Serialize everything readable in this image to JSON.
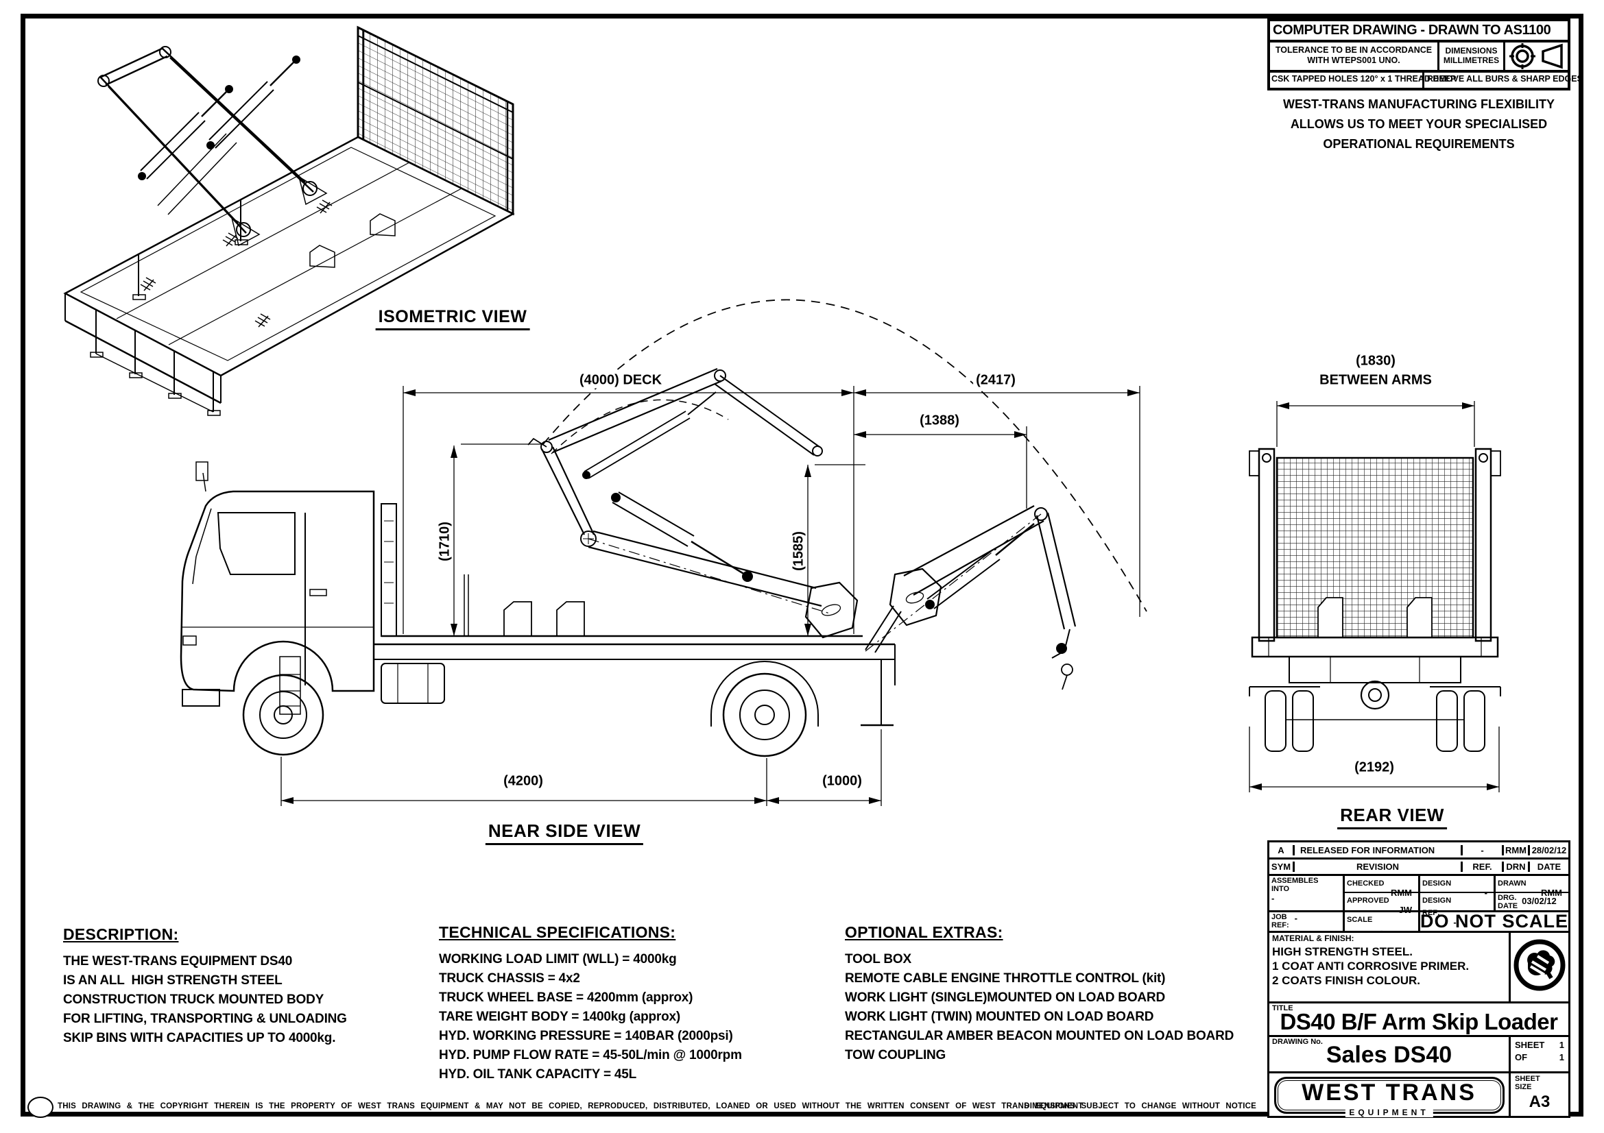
{
  "header": {
    "standard_note": "COMPUTER DRAWING - DRAWN TO AS1100",
    "tolerance_line1": "TOLERANCE TO BE IN ACCORDANCE",
    "tolerance_line2": "WITH WTEPS001 UNO.",
    "dimensions_label": "DIMENSIONS",
    "dimensions_unit": "MILLIMETRES",
    "csk_note": "CSK TAPPED HOLES 120° x 1 THREAD DEEP",
    "burs_note": "REMOVE ALL BURS & SHARP EDGES"
  },
  "flex_note": {
    "line1": "WEST-TRANS MANUFACTURING FLEXIBILITY",
    "line2": "ALLOWS US TO MEET YOUR SPECIALISED",
    "line3": "OPERATIONAL REQUIREMENTS"
  },
  "views": {
    "isometric": {
      "label": "ISOMETRIC VIEW"
    },
    "near_side": {
      "label": "NEAR SIDE VIEW",
      "dim_deck": "(4000)  DECK",
      "dim_reach": "(2417)",
      "dim_1388": "(1388)",
      "dim_1710": "(1710)",
      "dim_1585": "(1585)",
      "dim_wheelbase": "(4200)",
      "dim_rear_overhang": "(1000)"
    },
    "rear": {
      "label": "REAR VIEW",
      "dim_between_arms": "(1830)",
      "between_arms_caption": "BETWEEN ARMS",
      "dim_width": "(2192)"
    }
  },
  "description": {
    "heading": "DESCRIPTION:",
    "lines": [
      "THE WEST-TRANS EQUIPMENT DS40",
      "IS AN ALL  HIGH STRENGTH STEEL",
      "CONSTRUCTION TRUCK MOUNTED BODY",
      "FOR LIFTING, TRANSPORTING & UNLOADING",
      "SKIP BINS WITH CAPACITIES UP TO 4000kg."
    ]
  },
  "tech_specs": {
    "heading": "TECHNICAL SPECIFICATIONS:",
    "lines": [
      "WORKING LOAD LIMIT (WLL) = 4000kg",
      "TRUCK CHASSIS = 4x2",
      "TRUCK WHEEL BASE = 4200mm (approx)",
      "TARE WEIGHT BODY = 1400kg (approx)",
      "HYD. WORKING PRESSURE = 140BAR (2000psi)",
      "HYD. PUMP FLOW RATE = 45-50L/min @ 1000rpm",
      "HYD. OIL TANK CAPACITY = 45L"
    ]
  },
  "optional_extras": {
    "heading": "OPTIONAL EXTRAS:",
    "lines": [
      "TOOL BOX",
      "REMOTE CABLE ENGINE THROTTLE CONTROL (kit)",
      "WORK LIGHT (SINGLE)MOUNTED ON LOAD BOARD",
      "WORK LIGHT (TWIN) MOUNTED ON LOAD BOARD",
      "RECTANGULAR AMBER BEACON MOUNTED ON LOAD BOARD",
      "TOW COUPLING"
    ]
  },
  "title_block": {
    "rev_entry": {
      "sym": "A",
      "revision": "RELEASED FOR INFORMATION",
      "ref": "-",
      "drn": "RMM",
      "date": "28/02/12"
    },
    "rev_head": {
      "sym": "SYM",
      "revision": "REVISION",
      "ref": "REF.",
      "drn": "DRN",
      "date": "DATE"
    },
    "assembles_label": "ASSEMBLES\nINTO",
    "assembles_value": "-",
    "checked_label": "CHECKED",
    "checked_value": "RMM",
    "design_label": "DESIGN",
    "design_value": "-",
    "drawn_label": "DRAWN",
    "drawn_value": "RMM",
    "approved_label": "APPROVED",
    "approved_value": "JW",
    "design_ref_label": "DESIGN\nREF:",
    "design_ref_value": "-",
    "drg_date_label": "DRG.\nDATE",
    "drg_date_value": "03/02/12",
    "job_ref_label": "JOB\nREF:",
    "job_ref_value": "-",
    "scale_label": "SCALE",
    "scale_value": "-",
    "do_not_scale": "DO NOT SCALE",
    "material_label": "MATERIAL & FINISH:",
    "material_lines": "HIGH STRENGTH STEEL.\n1 COAT ANTI CORROSIVE PRIMER.\n2 COATS FINISH COLOUR.",
    "title_label": "TITLE",
    "title": "DS40 B/F Arm Skip Loader",
    "drawing_no_label": "DRAWING No.",
    "drawing_no": "Sales DS40",
    "sheet_label": "SHEET",
    "sheet_value": "1",
    "of_label": "OF",
    "of_value": "1",
    "sheet_size_label": "SHEET\nSIZE",
    "sheet_size_value": "A3",
    "logo_text": "WEST TRANS",
    "logo_subtext": "EQUIPMENT"
  },
  "footer": {
    "copyright": "THIS DRAWING & THE COPYRIGHT THEREIN IS THE PROPERTY OF WEST TRANS EQUIPMENT & MAY NOT BE COPIED, REPRODUCED, DISTRIBUTED, LOANED OR USED WITHOUT THE WRITTEN CONSENT OF WEST TRANS EQUIPMENT",
    "dimensions_note": "DIMENSIONS SUBJECT TO CHANGE WITHOUT NOTICE"
  },
  "colors": {
    "line": "#000000",
    "paper": "#ffffff"
  }
}
